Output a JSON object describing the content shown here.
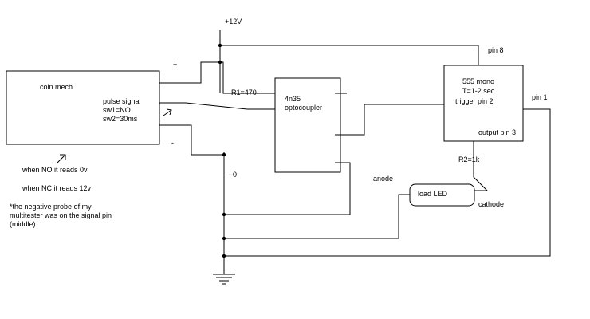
{
  "labels": {
    "supply": "+12V",
    "pin8": "pin 8",
    "plus": "+",
    "minus": "-",
    "coin_mech": "coin mech",
    "pulse_signal": "pulse signal",
    "sw1": "sw1=NO",
    "sw2": "sw2=30ms",
    "r1": "R1=470",
    "opto_line1": "4n35",
    "opto_line2": "optocoupler",
    "timer_line1": "555 mono",
    "timer_line2": "T=1-2 sec",
    "trigger": "trigger pin 2",
    "output": "output pin 3",
    "pin1": "pin 1",
    "r2": "R2=1k",
    "anode": "anode",
    "load_led": "load LED",
    "cathode": "cathode",
    "zero": "--0",
    "note_no": "when NO it reads 0v",
    "note_nc": "when NC it reads 12v",
    "note_probe_1": "*the negative probe of my",
    "note_probe_2": "multitester was on the signal pin",
    "note_probe_3": "(middle)"
  },
  "icons": {
    "arrow_right": "right-arrow-icon",
    "arrow_up": "up-arrow-icon",
    "ground": "ground-icon"
  },
  "colors": {
    "ink": "#000000",
    "background": "#ffffff"
  }
}
